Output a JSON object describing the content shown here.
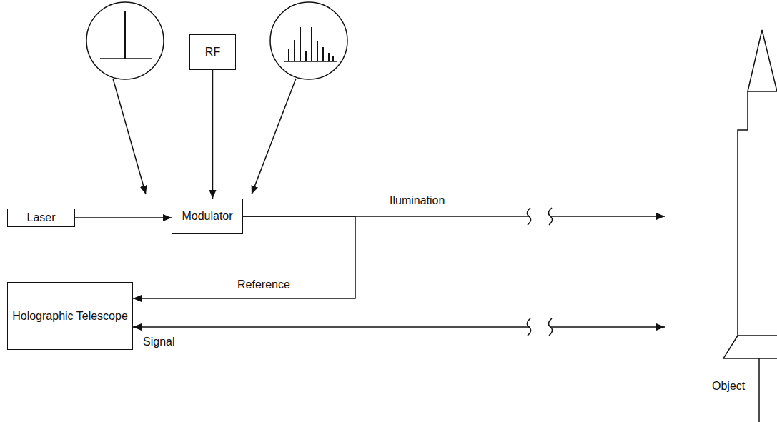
{
  "diagram": {
    "nodes": [
      {
        "text": [
          "Laser"
        ]
      },
      {
        "text": [
          "RF"
        ]
      },
      {
        "text": [
          "Modulator"
        ]
      },
      {
        "text": [
          "Holographic Telescope"
        ]
      },
      {
        "text": [
          "Object"
        ]
      }
    ],
    "edges": [
      {
        "from": 0,
        "to": 2,
        "arrow": "to"
      },
      {
        "from": 1,
        "to": 2,
        "arrow": "to"
      },
      {
        "from": 2,
        "to": 4,
        "label": "Ilumination",
        "arrow": "to"
      },
      {
        "from": 2,
        "to": 3,
        "label": "Reference",
        "arrow": "to"
      },
      {
        "from": 4,
        "to": 3,
        "label": "Signal",
        "arrow": "both"
      }
    ]
  }
}
